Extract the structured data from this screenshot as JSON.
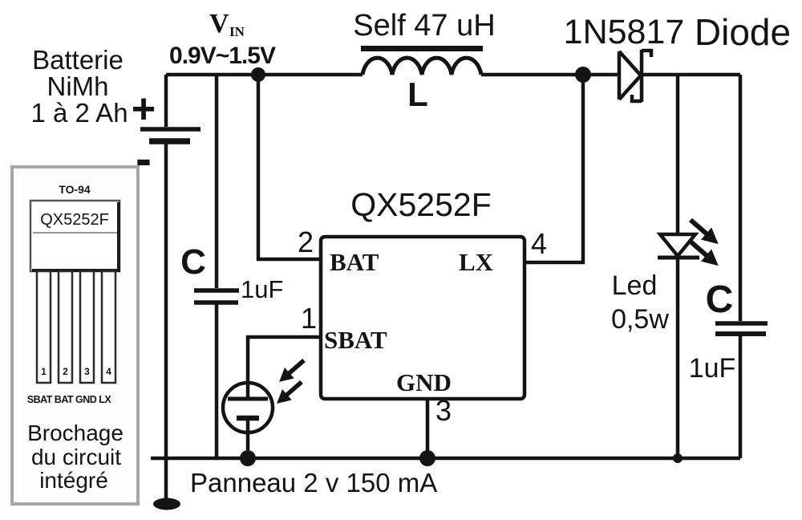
{
  "schematic": {
    "battery": {
      "name_line1": "Batterie",
      "name_line2": "NiMh",
      "name_line3": "1 à 2 Ah",
      "plus_sign": "+",
      "minus_sign": "-"
    },
    "vin": {
      "symbol": "V",
      "subscript": "IN",
      "range": "0.9V~1.5V"
    },
    "inductor": {
      "label": "Self 47 uH",
      "designator": "L"
    },
    "diode": {
      "part_number": "1N5817",
      "type_label": "Diode"
    },
    "ic": {
      "part_number": "QX5252F",
      "pin1_num": "1",
      "pin1_label": "SBAT",
      "pin2_num": "2",
      "pin2_label": "BAT",
      "pin3_num": "3",
      "pin3_label": "GND",
      "pin4_num": "4",
      "pin4_label": "LX"
    },
    "cap_left": {
      "designator": "C",
      "value": "1uF"
    },
    "cap_right": {
      "designator": "C",
      "value": "1uF"
    },
    "led": {
      "name": "Led",
      "power": "0,5w"
    },
    "panel": {
      "label": "Panneau 2 v 150 mA"
    },
    "inset": {
      "package": "TO-94",
      "part_number": "QX5252F",
      "pin1": "1",
      "pin2": "2",
      "pin3": "3",
      "pin4": "4",
      "pin_names": "SBAT BAT GND LX",
      "caption_line1": "Brochage",
      "caption_line2": "du circuit",
      "caption_line3": "intégré"
    }
  },
  "colors": {
    "ink": "#141414",
    "background": "#ffffff",
    "inset_border": "#a6a6a6"
  }
}
